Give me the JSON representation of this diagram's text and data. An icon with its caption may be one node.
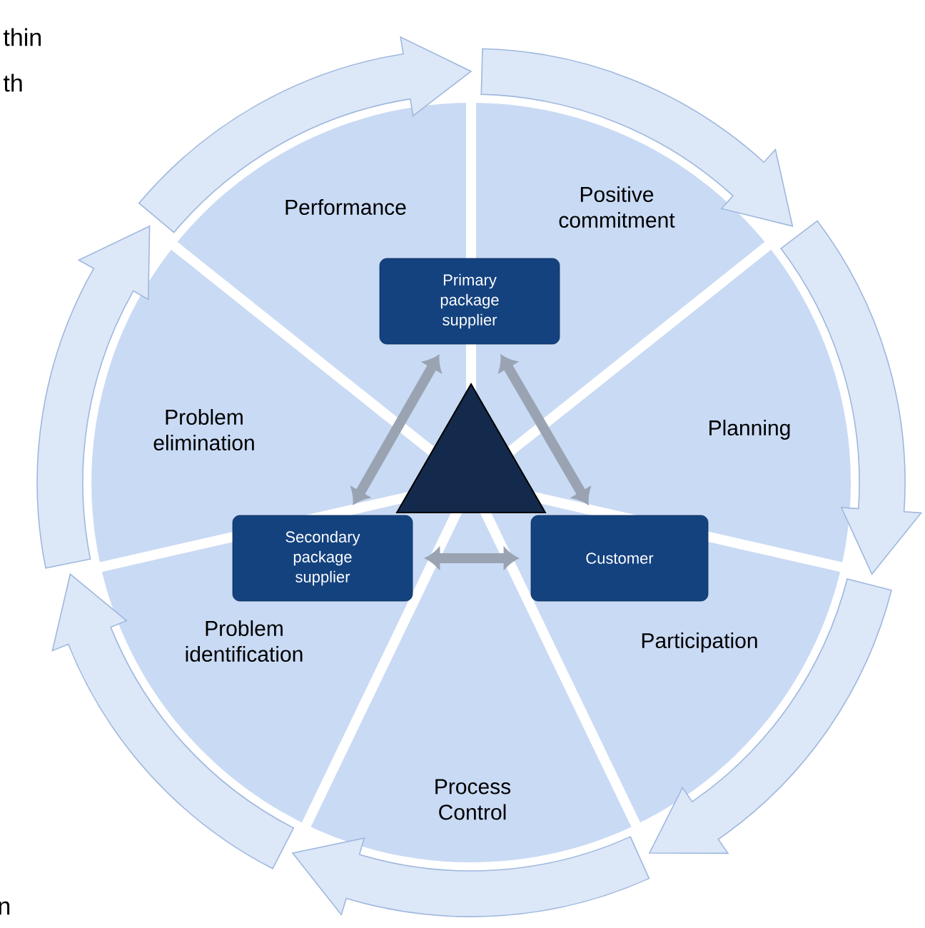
{
  "diagram": {
    "nodes": [
      {
        "text": [
          "Performance"
        ]
      },
      {
        "text": [
          "Positive commitment"
        ]
      },
      {
        "text": [
          "Planning"
        ]
      },
      {
        "text": [
          "Participation"
        ]
      },
      {
        "text": [
          "Process Control"
        ]
      },
      {
        "text": [
          "Problem identification"
        ]
      },
      {
        "text": [
          "Problem elimination"
        ]
      },
      {
        "text": [
          "Primary package supplier"
        ]
      },
      {
        "text": [
          "Secondary package supplier"
        ]
      },
      {
        "text": [
          "Customer"
        ]
      },
      {
        "text": [],
        "shape": "triangle"
      }
    ],
    "edges": [
      {
        "from": 7,
        "to": 8,
        "arrow": "both"
      },
      {
        "from": 7,
        "to": 9,
        "arrow": "both"
      },
      {
        "from": 8,
        "to": 9,
        "arrow": "both"
      },
      {
        "from": 0,
        "to": 1,
        "arrow": "to"
      },
      {
        "from": 1,
        "to": 2,
        "arrow": "to"
      },
      {
        "from": 2,
        "to": 3,
        "arrow": "to"
      },
      {
        "from": 3,
        "to": 4,
        "arrow": "to"
      },
      {
        "from": 4,
        "to": 5,
        "arrow": "to"
      },
      {
        "from": 5,
        "to": 6,
        "arrow": "to"
      },
      {
        "from": 6,
        "to": 0,
        "arrow": "to"
      }
    ],
    "labels": [
      "thin",
      "th",
      "n"
    ]
  }
}
